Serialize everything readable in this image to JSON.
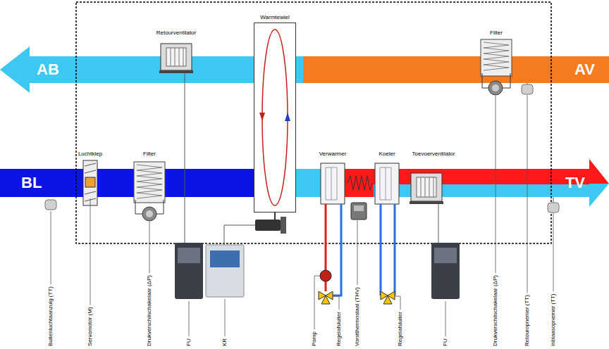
{
  "diagram": {
    "nodes": [
      {
        "text": [
          "AB",
          "AV"
        ]
      },
      {
        "text": [
          "Warmtewiel"
        ]
      },
      {
        "text": [
          "BL",
          "TV"
        ]
      }
    ],
    "labels": [
      "Retourventilator",
      "Filter",
      "Luchtklep",
      "Filter",
      "Verwarmer",
      "Koeler",
      "Toevoerventilator",
      "Buitenluchtaanzuig (TT)",
      "Servomotor (M)",
      "Drukverschilschakelaar (ΔP)",
      "FU",
      "KR",
      "Pomp",
      "Regelafsluiter",
      "Vorstthermostaat (THV)",
      "Regelafsluiter",
      "FU",
      "Drukverschilschakelaar (ΔP)",
      "Retouropnemer (TT)",
      "Inblaasopnemer (TT)"
    ]
  }
}
